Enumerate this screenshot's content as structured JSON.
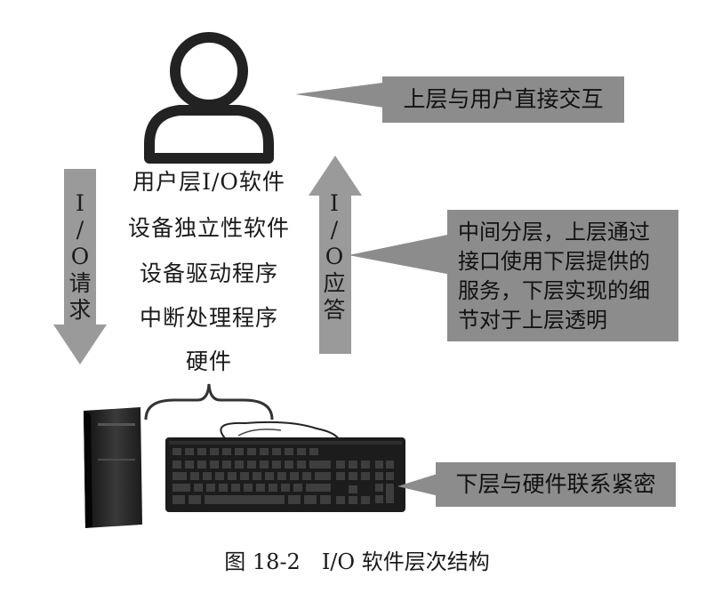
{
  "layers": [
    "用户层I/O软件",
    "设备独立性软件",
    "设备驱动程序",
    "中断处理程序",
    "硬件"
  ],
  "request_arrow": {
    "chars": [
      "I",
      "/",
      "O",
      "请",
      "求"
    ]
  },
  "response_arrow": {
    "chars": [
      "I",
      "/",
      "O",
      "应",
      "答"
    ]
  },
  "callouts": {
    "top": "上层与用户直接交互",
    "middle_lines": [
      "中间分层，上层通过",
      "接口使用下层提供的",
      "服务，下层实现的细",
      "节对于上层透明"
    ],
    "bottom": "下层与硬件联系紧密"
  },
  "caption": "图 18-2　I/O 软件层次结构",
  "colors": {
    "arrow": "#9a9a9a",
    "callout": "#8c8c8c",
    "stroke": "#222222"
  }
}
